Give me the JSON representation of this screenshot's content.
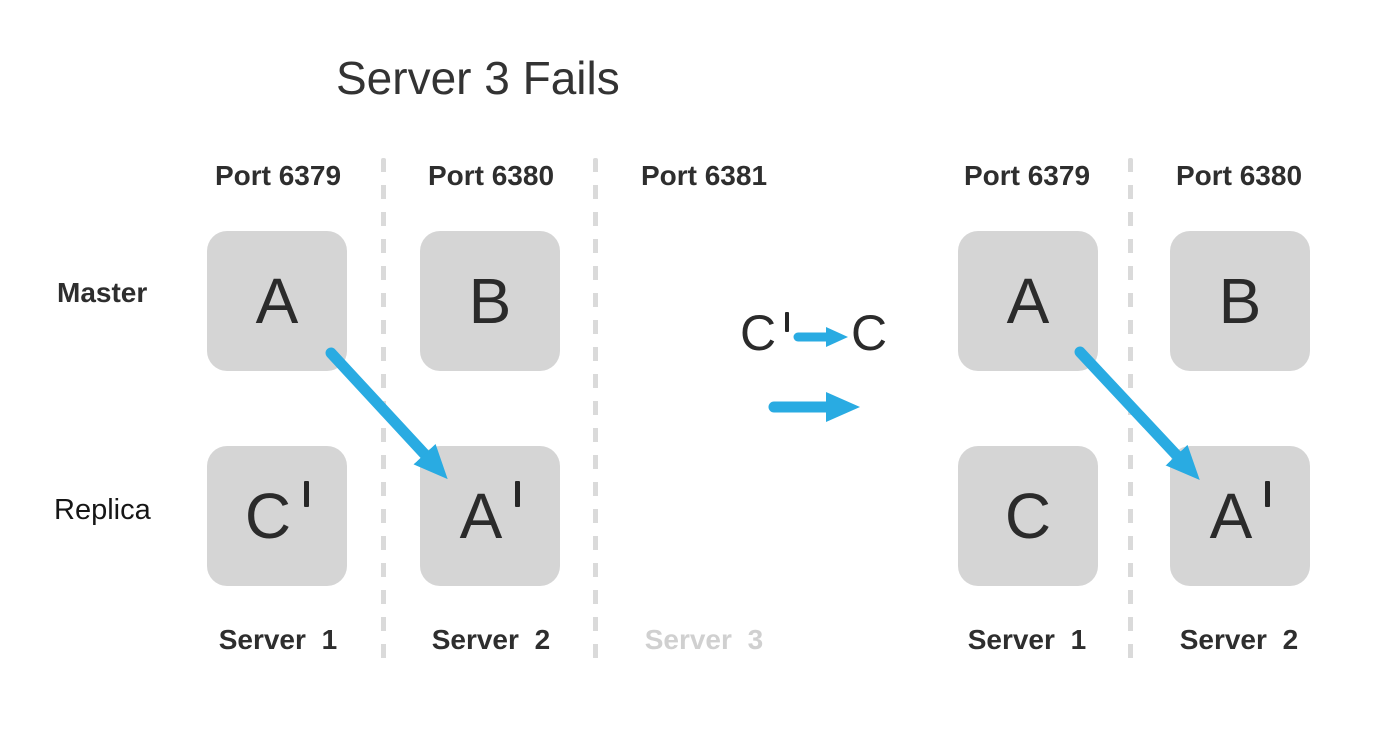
{
  "title": "Server 3 Fails",
  "row_labels": {
    "master": "Master",
    "replica": "Replica"
  },
  "left_cluster": {
    "ports": [
      "Port 6379",
      "Port 6380",
      "Port 6381"
    ],
    "boxes": [
      {
        "role": "master",
        "label": "A",
        "letter": "A"
      },
      {
        "role": "master",
        "label": "B",
        "letter": "B"
      },
      {
        "role": "replica",
        "label": "C'",
        "letter": "C"
      },
      {
        "role": "replica",
        "label": "A'",
        "letter": "A"
      }
    ],
    "servers": [
      "Server 1",
      "Server 2",
      "Server 3"
    ],
    "failed_server": "Server 3"
  },
  "annotation": {
    "from_label": "C'",
    "from_letter": "C",
    "to_label": "C",
    "to_letter": "C"
  },
  "right_cluster": {
    "ports": [
      "Port 6379",
      "Port 6380"
    ],
    "boxes": [
      {
        "role": "master",
        "label": "A",
        "letter": "A"
      },
      {
        "role": "master",
        "label": "B",
        "letter": "B"
      },
      {
        "role": "replica",
        "label": "C",
        "letter": "C"
      },
      {
        "role": "replica",
        "label": "A'",
        "letter": "A"
      }
    ],
    "servers": [
      "Server 1",
      "Server 2"
    ]
  },
  "colors": {
    "arrow_blue": "#29abe2",
    "box_gray": "#d5d5d5",
    "text_dark": "#2e2e2e",
    "letter_dark": "#2b2b2b",
    "muted_label": "#d0d0d0",
    "dash_gray": "#dadada"
  }
}
